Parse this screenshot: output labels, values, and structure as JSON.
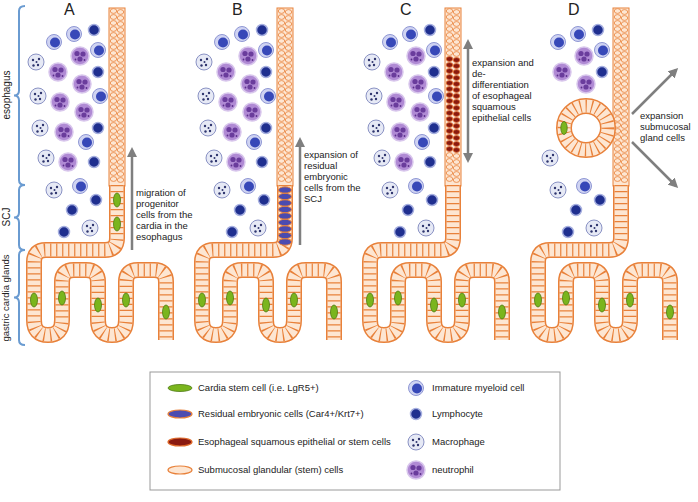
{
  "diagram": {
    "labels": [
      "A",
      "B",
      "C",
      "D",
      "esophagus",
      "SCJ",
      "gastric cardia glands",
      "migration of progenitor cells from the cardia in the esophagus",
      "expansion of residual embryonic cells from the SCJ",
      "expansion and de-differentiation of esophageal squamous epithelial cells",
      "expansion submucosal gland cells"
    ],
    "legend": [
      {
        "text": "Cardia stem cell (i.e. LgR5+)"
      },
      {
        "text": "Residual embryonic cells (Car4+/Krt7+)"
      },
      {
        "text": "Esophageal squamous epithelial or stem cells"
      },
      {
        "text": "Submucosal glandular (stem) cells"
      },
      {
        "text": "Immature myeloid cell"
      },
      {
        "text": "Lymphocyte"
      },
      {
        "text": "Macrophage"
      },
      {
        "text": "neutrophil"
      }
    ]
  }
}
